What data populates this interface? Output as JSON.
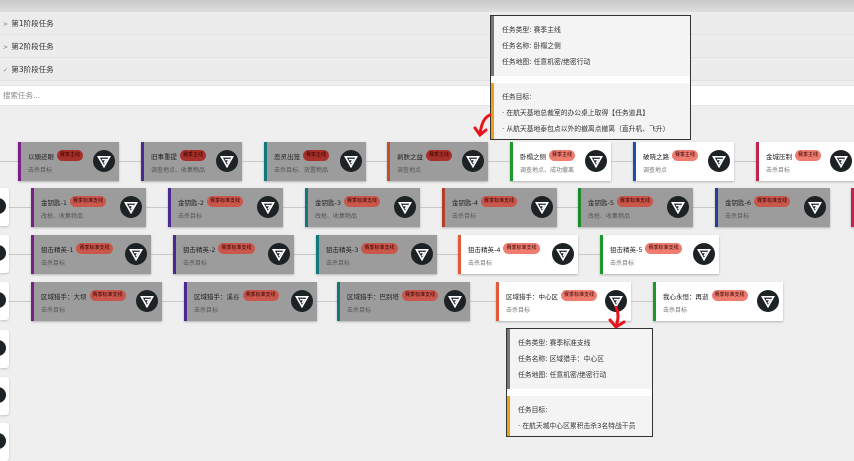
{
  "accordion": [
    {
      "label": "第1阶段任务",
      "expanded": false
    },
    {
      "label": "第2阶段任务",
      "expanded": false
    },
    {
      "label": "第3阶段任务",
      "expanded": true
    }
  ],
  "search": {
    "placeholder": "搜索任务..."
  },
  "colors": {
    "badge_main": "#a8302a",
    "badge_side": "#c9574c",
    "badge_done": "#ee7d70",
    "card_locked": "#9c9c9c",
    "card_done": "#ffffff"
  },
  "rows": [
    [
      {
        "name": "以頭还眼",
        "badge": "赛季主线",
        "desc": "击杀目标",
        "done": false,
        "accent": "#7a1f8a",
        "icon": "delta-force-logo"
      },
      {
        "name": "旧事重提",
        "badge": "赛季主线",
        "desc": "调查地点、收集物品",
        "done": false,
        "accent": "#4a2a90",
        "icon": "delta-force-logo"
      },
      {
        "name": "恶灵出笼",
        "badge": "赛季主线",
        "desc": "击杀目标、放置物品",
        "done": false,
        "accent": "#11777a",
        "icon": "delta-force-logo"
      },
      {
        "name": "剥肤之益",
        "badge": "赛季主线",
        "desc": "调查地点",
        "done": false,
        "accent": "#c0502a",
        "icon": "delta-force-logo"
      },
      {
        "name": "卧榻之侧",
        "badge": "赛季主线",
        "desc": "调查地点、成功撤离",
        "done": true,
        "accent": "#1a9a2a",
        "icon": "delta-force-logo"
      },
      {
        "name": "破晓之路",
        "badge": "赛季主线",
        "desc": "调查地点",
        "done": true,
        "accent": "#1e4fb0",
        "icon": "delta-force-logo"
      },
      {
        "name": "金城压制",
        "badge": "赛季主线",
        "desc": "击杀目标",
        "done": true,
        "accent": "#c0244a",
        "icon": "delta-force-logo"
      }
    ],
    [
      {
        "name": "金钥匙-1",
        "badge": "赛季标准支线",
        "desc": "改枪、收集物品",
        "done": false,
        "accent": "#7a1f8a",
        "icon": "delta-force-logo"
      },
      {
        "name": "金钥匙-2",
        "badge": "赛季标准支线",
        "desc": "击杀目标",
        "done": false,
        "accent": "#4a2a90",
        "icon": "delta-force-logo"
      },
      {
        "name": "金钥匙-3",
        "badge": "赛季标准支线",
        "desc": "改枪、收集物品",
        "done": false,
        "accent": "#11777a",
        "icon": "delta-force-logo"
      },
      {
        "name": "金钥匙-4",
        "badge": "赛季标准支线",
        "desc": "击杀目标",
        "done": false,
        "accent": "#b0402a",
        "icon": "delta-force-logo"
      },
      {
        "name": "金钥匙-5",
        "badge": "赛季标准支线",
        "desc": "改枪、收集物品",
        "done": false,
        "accent": "#1a8a2a",
        "icon": "delta-force-logo"
      },
      {
        "name": "金钥匙-6",
        "badge": "赛季标准支线",
        "desc": "击杀目标",
        "done": false,
        "accent": "#1e3f9a",
        "icon": "delta-force-logo"
      }
    ],
    [
      {
        "name": "狙击精英-1",
        "badge": "赛季标准支线",
        "desc": "击杀目标",
        "done": false,
        "accent": "#7a1f8a",
        "icon": "delta-force-logo"
      },
      {
        "name": "狙击精英-2",
        "badge": "赛季标准支线",
        "desc": "击杀目标",
        "done": false,
        "accent": "#4a2a90",
        "icon": "delta-force-logo"
      },
      {
        "name": "狙击精英-3",
        "badge": "赛季标准支线",
        "desc": "击杀目标",
        "done": false,
        "accent": "#11777a",
        "icon": "delta-force-logo"
      },
      {
        "name": "狙击精英-4",
        "badge": "赛季标准支线",
        "desc": "击杀目标",
        "done": true,
        "accent": "#e05a3a",
        "icon": "delta-force-logo"
      },
      {
        "name": "狙击精英-5",
        "badge": "赛季标准支线",
        "desc": "击杀目标",
        "done": true,
        "accent": "#1a9a2a",
        "icon": "delta-force-logo"
      }
    ],
    [
      {
        "name": "区域猎手：大坝",
        "badge": "赛季标准支线",
        "desc": "击杀目标",
        "done": false,
        "accent": "#7a1f8a",
        "icon": "delta-force-logo"
      },
      {
        "name": "区域猎手：溪谷",
        "badge": "赛季标准支线",
        "desc": "击杀目标",
        "done": false,
        "accent": "#4a2a90",
        "icon": "delta-force-logo"
      },
      {
        "name": "区域猎手：巴别塔",
        "badge": "赛季标准支线",
        "desc": "击杀目标",
        "done": false,
        "accent": "#11777a",
        "icon": "delta-force-logo"
      },
      {
        "name": "区域猎手：中心区",
        "badge": "赛季标准支线",
        "desc": "击杀目标",
        "done": true,
        "accent": "#e05a3a",
        "icon": "delta-force-logo"
      },
      {
        "name": "我心永恒：再逝",
        "badge": "赛季标准支线",
        "desc": "击杀目标",
        "done": true,
        "accent": "#1a9a2a",
        "icon": "delta-force-logo"
      }
    ]
  ],
  "tooltips": [
    {
      "type": "任务类型: 赛季主线",
      "name": "任务名称: 卧榻之侧",
      "map": "任务地图: 任意机密/绝密行动",
      "goal_title": "任务目标:",
      "goals": [
        "· 在航天基地总裁室的办公桌上取得【任务道具】",
        "· 从航天基地泰包点以外的撤离点撤离（直升机、飞升）"
      ]
    },
    {
      "type": "任务类型: 赛季标准支线",
      "name": "任务名称: 区域猎手：中心区",
      "map": "任务地图: 任意机密/绝密行动",
      "goal_title": "任务目标:",
      "goals": [
        "· 在航天城中心区累积击杀3名特战干员"
      ]
    }
  ]
}
